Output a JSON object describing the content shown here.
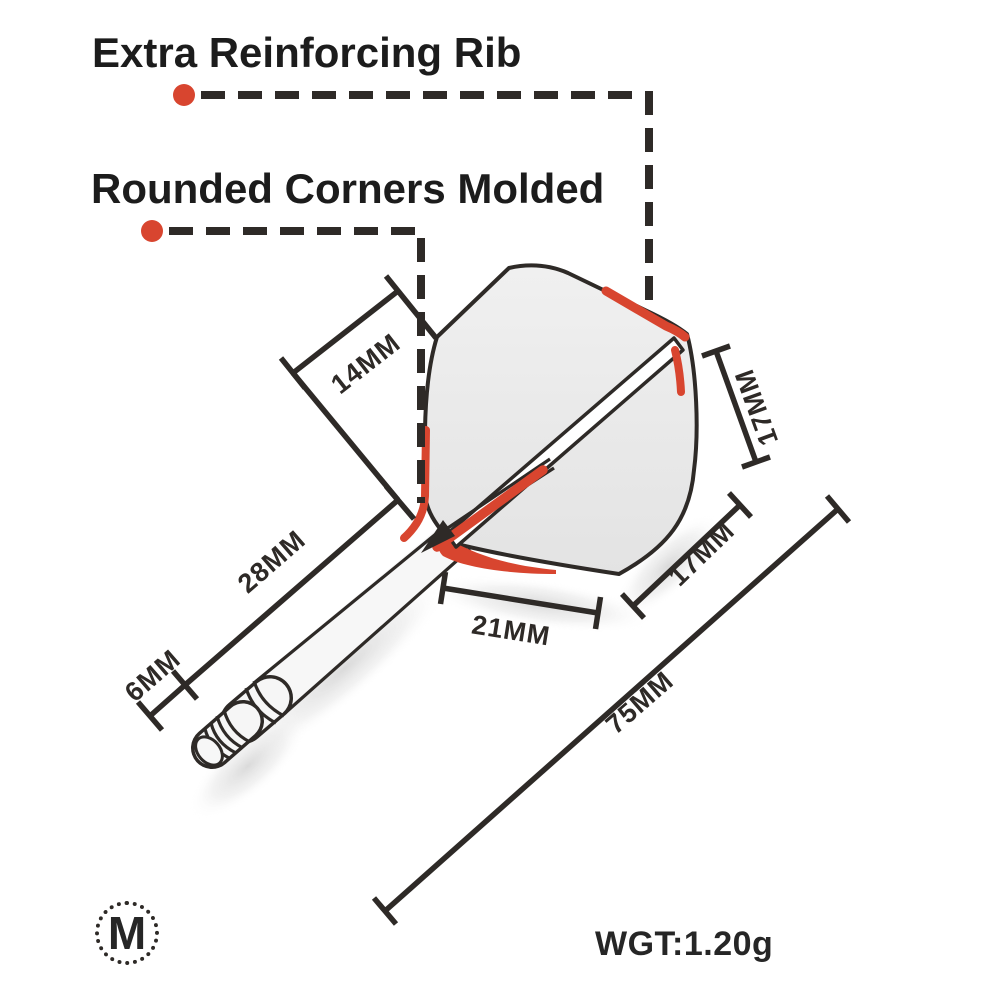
{
  "callouts": {
    "reinforcing_rib": "Extra Reinforcing Rib",
    "rounded_corners": "Rounded Corners Molded"
  },
  "dimensions": {
    "molded_tip": "14MM",
    "shaft_length": "28MM",
    "thread_length": "6MM",
    "flight_base": "21MM",
    "flight_bottom_edge": "17MM",
    "flight_rear_edge": "17MM",
    "overall_length": "75MM"
  },
  "weight_label": "WGT:1.20g",
  "logo_letter": "M",
  "colors": {
    "accent": "#d8452f",
    "line": "#2e2a27"
  }
}
